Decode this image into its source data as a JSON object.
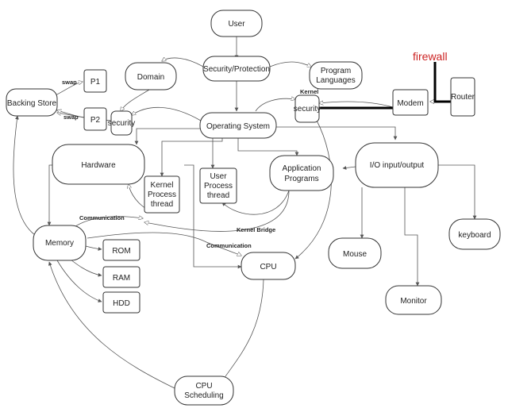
{
  "diagram": {
    "nodes": {
      "user": "User",
      "security_protection": "Security/Protection",
      "program_languages": [
        "Program",
        "Languages"
      ],
      "domain": "Domain",
      "backing_store": "Backing Store",
      "p1": "P1",
      "p2": "P2",
      "security_left": "security",
      "operating_system": "Operating System",
      "security_kernel": "security",
      "modem": "Modem",
      "router": "Router",
      "hardware": "Hardware",
      "kernel_process_thread": [
        "Kernel",
        "Process",
        "thread"
      ],
      "user_process_thread": [
        "User",
        "Process",
        "thread"
      ],
      "application_programs": [
        "Application",
        "Programs"
      ],
      "io": "I/O input/output",
      "memory": "Memory",
      "rom": "ROM",
      "ram": "RAM",
      "hdd": "HDD",
      "cpu": "CPU",
      "mouse": "Mouse",
      "monitor": "Monitor",
      "keyboard": "keyboard",
      "cpu_scheduling": [
        "CPU",
        "Scheduling"
      ]
    },
    "labels": {
      "firewall": "firewall",
      "kernel": "Kernel",
      "swap_top": "swap",
      "swap_bottom": "swap",
      "communication_1": "Communication",
      "communication_2": "Communication",
      "kernel_bridge": "Kernel Bridge"
    },
    "colors": {
      "firewall": "#cc2222",
      "stroke": "#333333",
      "thick_link": "#000000"
    }
  }
}
